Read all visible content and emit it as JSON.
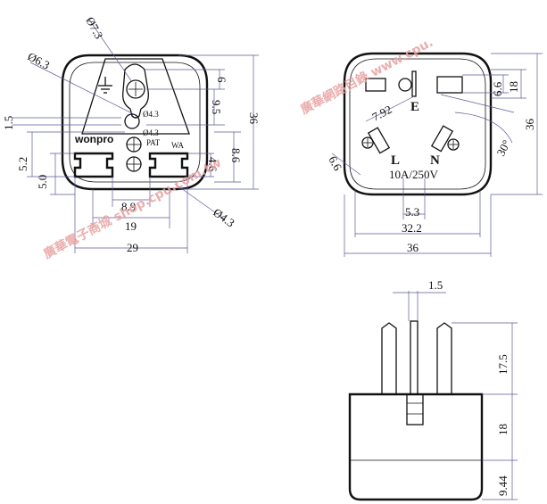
{
  "front_view": {
    "brand": "wonpro",
    "pat": "PAT",
    "wa": "WA",
    "dims": {
      "d73": "Ø7.3",
      "d63": "Ø6.3",
      "d43_a": "Ø4.3",
      "d43_b": "Ø4.3",
      "d43_c": "Ø4.3",
      "v15": "1.5",
      "v52": "5.2",
      "v50": "5.0",
      "v6": "6",
      "v95": "9.5",
      "v36": "36",
      "v46": "4.6",
      "v86": "8.6",
      "h89": "8.9",
      "h19": "19",
      "h29": "29"
    }
  },
  "back_view": {
    "rating": "10A/250V",
    "label_L": "L",
    "label_N": "N",
    "label_E": "E",
    "dims": {
      "d792": "7.92",
      "d66a": "6.6",
      "d66b": "6.6",
      "d18": "18",
      "d36v": "36",
      "angle": "30°",
      "d53": "5.3",
      "d322": "32.2",
      "d36h": "36"
    }
  },
  "side_view": {
    "dims": {
      "d15": "1.5",
      "d175": "17.5",
      "d18": "18",
      "d944": "9.44"
    }
  },
  "watermarks": {
    "wm1": "廣華網路目錄 www.cpu.",
    "wm2": "廣華電子商城 shop.cpu.com.tw"
  }
}
